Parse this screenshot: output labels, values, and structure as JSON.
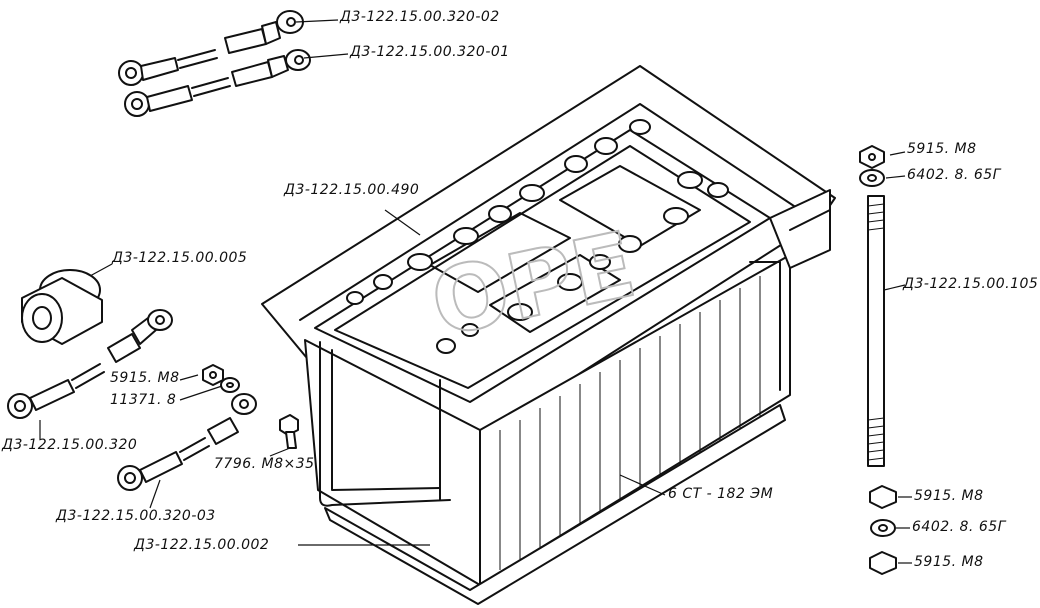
{
  "labels": {
    "cable_320_02": "Д3-122.15.00.320-02",
    "cable_320_01": "Д3-122.15.00.320-01",
    "plate_490": "Д3-122.15.00.490",
    "pad_005": "Д3-122.15.00.005",
    "nut_5915_top": "5915. М8",
    "washer_6402_top": "6402. 8. 65Г",
    "rod_105": "Д3-122.15.00.105",
    "nut_5915_mid": "5915. М8",
    "washer_11371": "11371. 8",
    "cable_320": "Д3-122.15.00.320",
    "bolt_7796": "7796. М8×35",
    "cable_320_03": "Д3-122.15.00.320-03",
    "battery_6ct": "6 СТ - 182 ЭМ",
    "tray_002": "Д3-122.15.00.002",
    "nut_5915_b1": "5915. М8",
    "washer_6402_bottom": "6402. 8. 65Г",
    "nut_5915_b2": "5915. М8"
  },
  "watermark": "ОРЕ"
}
